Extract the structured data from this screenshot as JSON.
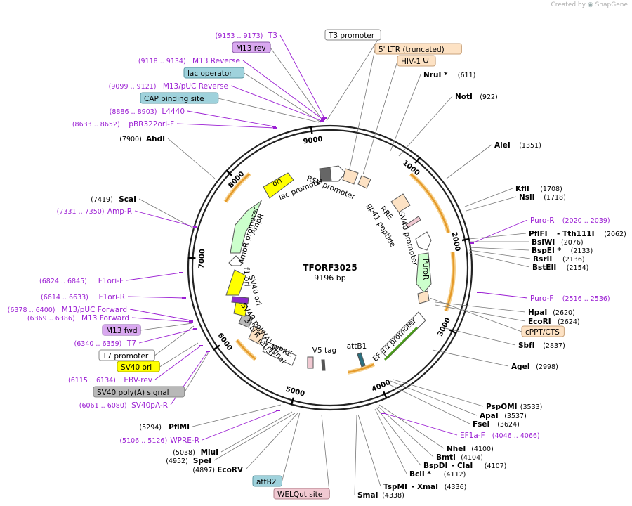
{
  "credit": {
    "prefix": "Created by",
    "brand": "SnapGene"
  },
  "plasmid": {
    "name": "TFORF3025",
    "length_label": "9196 bp",
    "length": 9196
  },
  "ticks": [
    "1000",
    "2000",
    "3000",
    "4000",
    "5000",
    "6000",
    "7000",
    "8000",
    "9000"
  ],
  "boxed_labels": [
    {
      "key": "t3prom",
      "text": "T3 promoter",
      "style": "white"
    },
    {
      "key": "ltr5",
      "text": "5' LTR (truncated)",
      "style": "peach"
    },
    {
      "key": "hiv",
      "text": "HIV-1 Ψ",
      "style": "peach"
    },
    {
      "key": "m13rev",
      "text": "M13 rev",
      "style": "purple"
    },
    {
      "key": "lacop",
      "text": "lac operator",
      "style": "teal"
    },
    {
      "key": "cap",
      "text": "CAP binding site",
      "style": "teal"
    },
    {
      "key": "cppt",
      "text": "cPPT/CTS",
      "style": "peach"
    },
    {
      "key": "m13fwd",
      "text": "M13 fwd",
      "style": "purple"
    },
    {
      "key": "t7prom",
      "text": "T7 promoter",
      "style": "white"
    },
    {
      "key": "sv40ori",
      "text": "SV40 ori",
      "style": "yellow"
    },
    {
      "key": "sv40pa",
      "text": "SV40 poly(A) signal",
      "style": "gray"
    },
    {
      "key": "attb2",
      "text": "attB2",
      "style": "teal"
    },
    {
      "key": "welqut",
      "text": "WELQut site",
      "style": "pink"
    }
  ],
  "enzymes": [
    {
      "key": "nrui",
      "name": "NruI *",
      "pos": "(611)"
    },
    {
      "key": "noti",
      "name": "NotI",
      "pos": "(922)"
    },
    {
      "key": "alei",
      "name": "AleI",
      "pos": "(1351)"
    },
    {
      "key": "kfli",
      "name": "KflI",
      "pos": "(1708)"
    },
    {
      "key": "nsii",
      "name": "NsiI",
      "pos": "(1718)"
    },
    {
      "key": "pflfi",
      "name": "PflFI",
      "pos": "",
      "extra": "- Tth111I",
      "extra_pos": "(2062)"
    },
    {
      "key": "bsiwi",
      "name": "BsiWI",
      "pos": "(2076)"
    },
    {
      "key": "bspei",
      "name": "BspEI *",
      "pos": "(2133)"
    },
    {
      "key": "rsrii",
      "name": "RsrII",
      "pos": "(2136)"
    },
    {
      "key": "bsteii",
      "name": "BstEII",
      "pos": "(2154)"
    },
    {
      "key": "hpai",
      "name": "HpaI",
      "pos": "(2620)"
    },
    {
      "key": "ecori",
      "name": "EcoRI",
      "pos": "(2624)"
    },
    {
      "key": "sbfi",
      "name": "SbfI",
      "pos": "(2837)"
    },
    {
      "key": "agei",
      "name": "AgeI",
      "pos": "(2998)"
    },
    {
      "key": "pspomi",
      "name": "PspOMI",
      "pos": "(3533)"
    },
    {
      "key": "apai",
      "name": "ApaI",
      "pos": "(3537)"
    },
    {
      "key": "fsei",
      "name": "FseI",
      "pos": "(3624)"
    },
    {
      "key": "nhei",
      "name": "NheI",
      "pos": "(4100)"
    },
    {
      "key": "bmti",
      "name": "BmtI",
      "pos": "(4104)"
    },
    {
      "key": "bspdi",
      "name": "BspDI",
      "pos": "",
      "extra": "- ClaI",
      "extra_pos": "(4107)"
    },
    {
      "key": "bcli",
      "name": "BclI *",
      "pos": "(4112)"
    },
    {
      "key": "tspmi",
      "name": "TspMI",
      "pos": "",
      "extra": "- XmaI",
      "extra_pos": "(4336)"
    },
    {
      "key": "smai",
      "name": "SmaI",
      "pos": "(4338)"
    },
    {
      "key": "ahdi",
      "name": "AhdI",
      "pos": "(7900)"
    },
    {
      "key": "scai",
      "name": "ScaI",
      "pos": "(7419)"
    },
    {
      "key": "pflmi",
      "name": "PflMI",
      "pos": "(5294)"
    },
    {
      "key": "mlui",
      "name": "MluI",
      "pos": "(5038)"
    },
    {
      "key": "spei",
      "name": "SpeI",
      "pos": "(4952)"
    },
    {
      "key": "ecorv",
      "name": "EcoRV",
      "pos": "(4897)"
    }
  ],
  "primers": [
    {
      "key": "t3",
      "name": "T3",
      "pos": "(9153 .. 9173)"
    },
    {
      "key": "m13reverse",
      "name": "M13 Reverse",
      "pos": "(9118 .. 9134)"
    },
    {
      "key": "m13puc_rev",
      "name": "M13/pUC Reverse",
      "pos": "(9099 .. 9121)"
    },
    {
      "key": "l4440",
      "name": "L4440",
      "pos": "(8886 .. 8903)"
    },
    {
      "key": "pbr322",
      "name": "pBR322ori-F",
      "pos": "(8633 .. 8652)"
    },
    {
      "key": "ampr_p",
      "name": "Amp-R",
      "pos": "(7331 .. 7350)"
    },
    {
      "key": "f1orif",
      "name": "F1ori-F",
      "pos": "(6824 .. 6845)"
    },
    {
      "key": "f1orir",
      "name": "F1ori-R",
      "pos": "(6614 .. 6633)"
    },
    {
      "key": "m13puc_fwd",
      "name": "M13/pUC Forward",
      "pos": "(6378 .. 6400)"
    },
    {
      "key": "m13forward",
      "name": "M13 Forward",
      "pos": "(6369 .. 6386)"
    },
    {
      "key": "t7",
      "name": "T7",
      "pos": "(6340 .. 6359)"
    },
    {
      "key": "ebvrev",
      "name": "EBV-rev",
      "pos": "(6115 .. 6134)"
    },
    {
      "key": "sv40par",
      "name": "SV40pA-R",
      "pos": "(6061 .. 6080)"
    },
    {
      "key": "wprer",
      "name": "WPRE-R",
      "pos": "(5106 .. 5126)"
    },
    {
      "key": "puror",
      "name": "Puro-R",
      "pos": "(2020 .. 2039)"
    },
    {
      "key": "purof",
      "name": "Puro-F",
      "pos": "(2516 .. 2536)"
    },
    {
      "key": "ef1af",
      "name": "EF1a-F",
      "pos": "(4046 .. 4066)"
    }
  ],
  "inner_labels": [
    {
      "key": "lac_promoter",
      "text": "lac promoter"
    },
    {
      "key": "rsv_promoter",
      "text": "RSV promoter"
    },
    {
      "key": "rre",
      "text": "RRE"
    },
    {
      "key": "gp41",
      "text": "gp41 peptide"
    },
    {
      "key": "sv40_promoter",
      "text": "SV40 promoter"
    },
    {
      "key": "puror_feat",
      "text": "PuroR"
    },
    {
      "key": "ef1_promoter",
      "text": "EF-1α promoter"
    },
    {
      "key": "attb1",
      "text": "attB1"
    },
    {
      "key": "v5tag",
      "text": "V5 tag"
    },
    {
      "key": "wpre",
      "text": "WPRE"
    },
    {
      "key": "ltr3",
      "text": "3' LTR (ΔU3)"
    },
    {
      "key": "sv40pa_inner",
      "text": "SV40 poly(A) signal"
    },
    {
      "key": "sv40ori_inner",
      "text": "SV40 ori"
    },
    {
      "key": "f1ori",
      "text": "f1 ori"
    },
    {
      "key": "ampr_promoter",
      "text": "AmpR promoter"
    },
    {
      "key": "ampr",
      "text": "AmpR"
    },
    {
      "key": "ori",
      "text": "ori"
    }
  ],
  "colors": {
    "primer": "#9b1fd3",
    "enzyme_line": "#777777",
    "orange_arc": "#e59a2a",
    "yellow": "#ffff00",
    "green": "#ccffcc",
    "peach": "#fde2c4",
    "teal": "#9fd2dc",
    "purple_box": "#d9a8f0",
    "gray_box": "#b8b8b8",
    "pink_box": "#f1c9d2"
  }
}
